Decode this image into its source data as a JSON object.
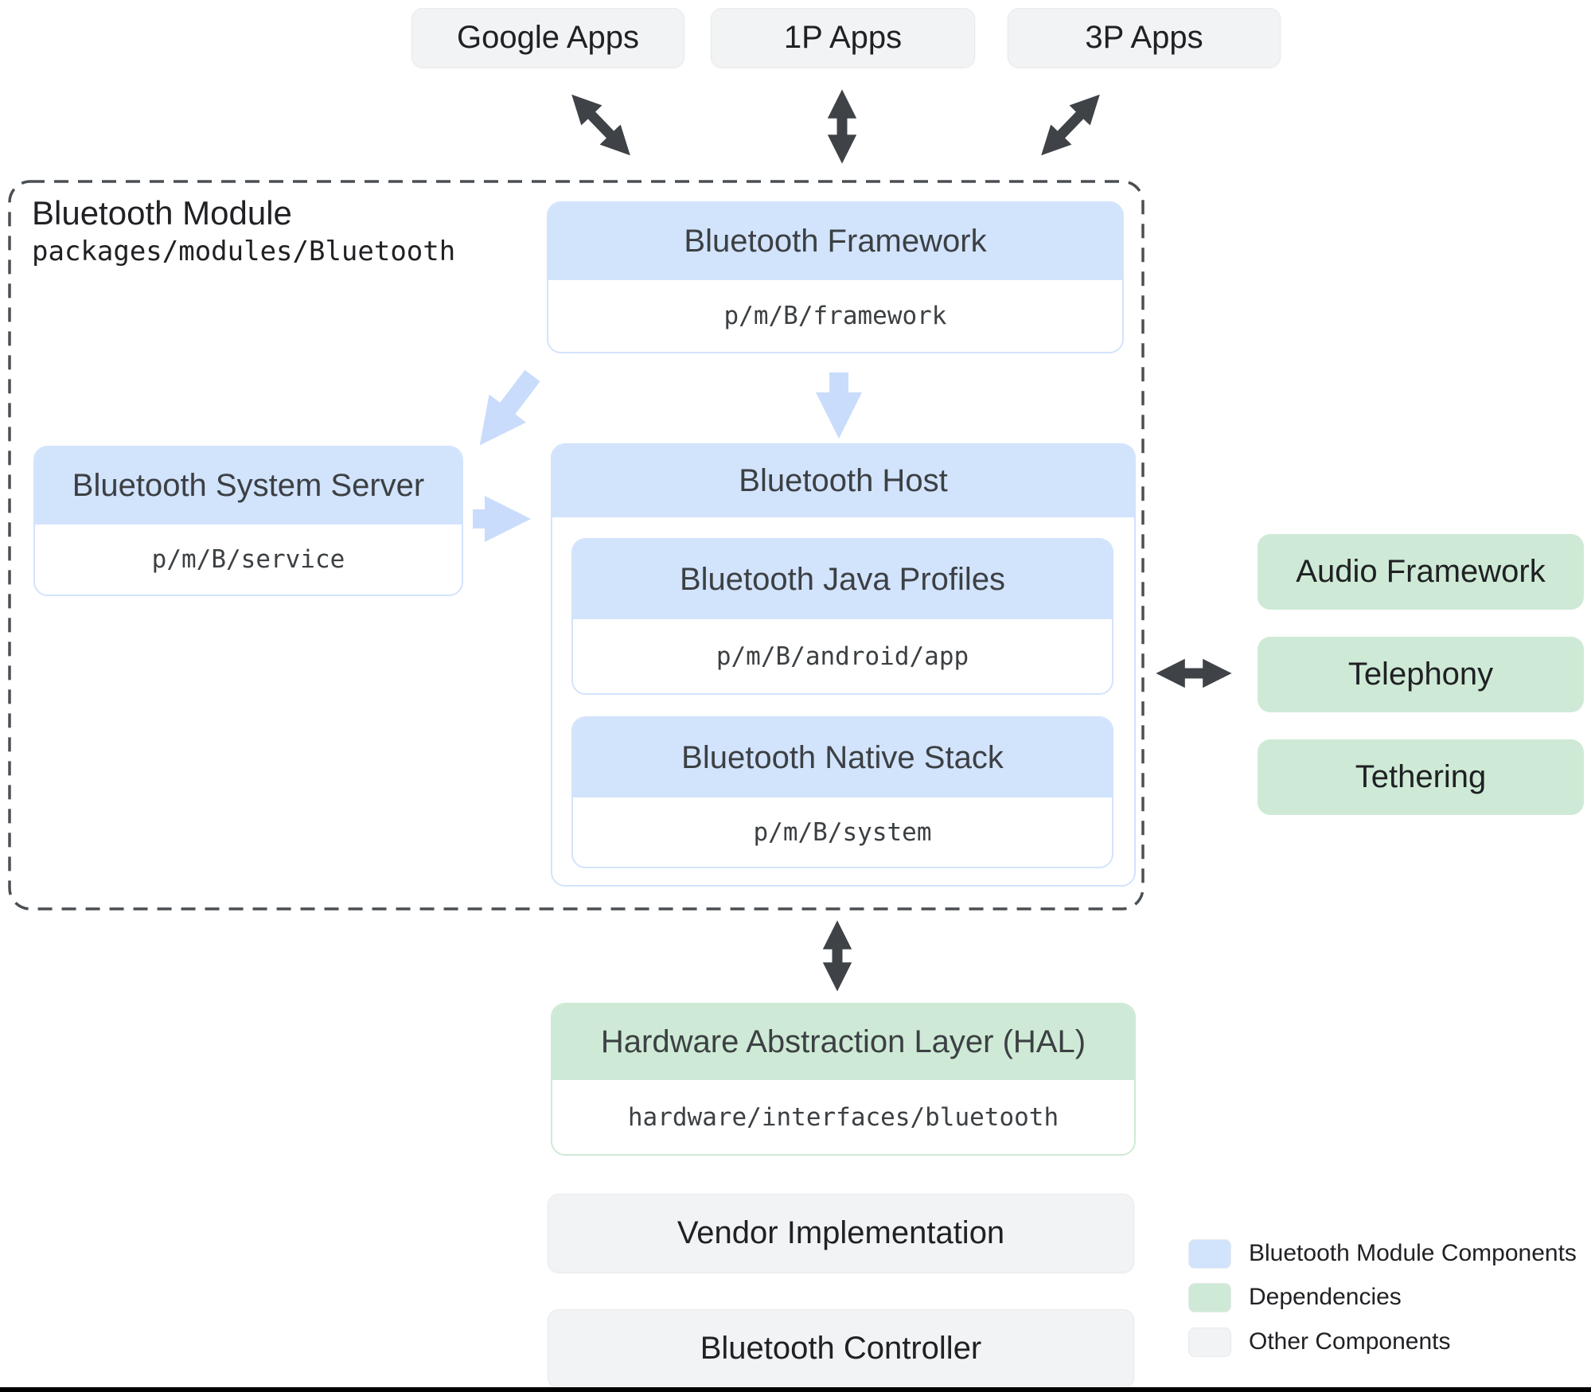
{
  "top_apps": [
    {
      "label": "Google Apps"
    },
    {
      "label": "1P Apps"
    },
    {
      "label": "3P Apps"
    }
  ],
  "module": {
    "title": "Bluetooth Module",
    "path": "packages/modules/Bluetooth",
    "framework": {
      "title": "Bluetooth Framework",
      "path": "p/m/B/framework"
    },
    "system_server": {
      "title": "Bluetooth System Server",
      "path": "p/m/B/service"
    },
    "host": {
      "title": "Bluetooth Host",
      "children": [
        {
          "title": "Bluetooth Java Profiles",
          "path": "p/m/B/android/app"
        },
        {
          "title": "Bluetooth Native Stack",
          "path": "p/m/B/system"
        }
      ]
    }
  },
  "dependencies": [
    {
      "label": "Audio Framework"
    },
    {
      "label": "Telephony"
    },
    {
      "label": "Tethering"
    }
  ],
  "hal": {
    "title": "Hardware Abstraction Layer (HAL)",
    "path": "hardware/interfaces/bluetooth"
  },
  "other_components": [
    {
      "label": "Vendor Implementation"
    },
    {
      "label": "Bluetooth Controller"
    }
  ],
  "legend": [
    {
      "label": "Bluetooth Module Components",
      "color": "#d2e3fc"
    },
    {
      "label": "Dependencies",
      "color": "#ceead6"
    },
    {
      "label": "Other Components",
      "color": "#f1f3f4"
    }
  ],
  "colors": {
    "module_component": "#d2e3fc",
    "dependency": "#ceead6",
    "other_component": "#f1f3f4",
    "arrow_dark": "#3f4348",
    "arrow_light": "#c9dcfb",
    "dashed_border": "#4a4f54"
  }
}
